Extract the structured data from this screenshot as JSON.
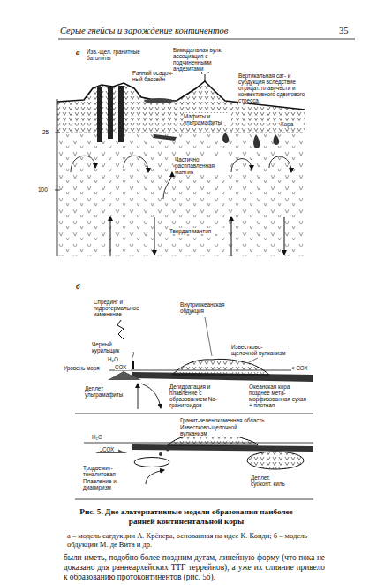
{
  "diagram": {
    "caption": "Рис. 5. Две альтернативные модели образования наиболее ранней континентальной коры",
    "labels": [
      "Серые гнейсы и зарождение континентов",
      "35",
      "а",
      "Изв.-щел. гранитные батолиты",
      "Бимодальная вулк. ассоциация с подчиненными андезитами",
      "Ранний осадоч- ный бассейн",
      "Вертикальная саг- и субдукция вследствие отрицат. плавучести и конвективного сдвигового стресса",
      "Мафиты и ультрамафиты",
      "Кора",
      "25",
      "100",
      "Частично расплавленная мантия",
      "Твердая мантия",
      "б",
      "Спрединг и гидротермальное изменение",
      "Внутриокеанская обдукция",
      "Черный курильщик",
      "H₂O",
      "Известково-щелочной вулканизм",
      "Уровень моря",
      "СОХ",
      "< СОХ",
      "Деплет ультрамафиты",
      "Дегидратация и плавление с образованием Na-гранитоидов",
      "Океанская кора позднее мета- морфизованная сухая + плотная",
      "Гранит-зеленокаменная область",
      "Известково-щелочной вулканизм",
      "H₂O",
      "СОХ",
      "Тродьемит-тоналитовая линза",
      "Плавление и диапиризм",
      "Деплет. субконт. киль",
      "а – модель сагдукции А. Крёнера, основанная на идее К. Конди; б – модель обдукции М. де Вита и др.",
      "были иметь, подобно более поздним дугам, линейную форму (что пока не доказано для раннеархейских ТТГ террейнов), а уже их слияние привело к образованию протоконтинентов (рис. 5б)."
    ]
  }
}
